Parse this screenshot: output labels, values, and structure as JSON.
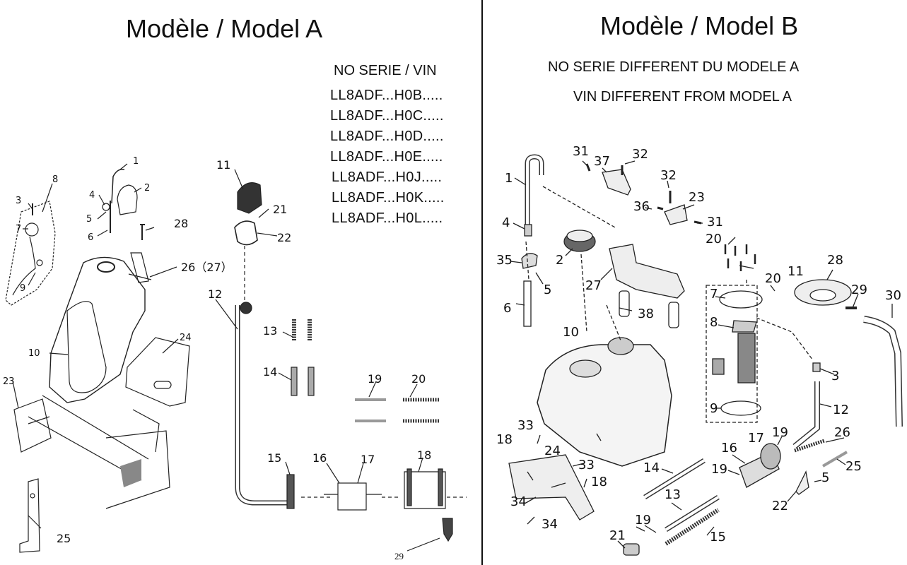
{
  "model_a": {
    "title": "Modèle / Model A",
    "vin_header": "NO SERIE / VIN",
    "vins": [
      "LL8ADF...H0B.....",
      "LL8ADF...H0C.....",
      "LL8ADF...H0D.....",
      "LL8ADF...H0E.....",
      "LL8ADF...H0J.....",
      "LL8ADF...H0K.....",
      "LL8ADF...H0L....."
    ],
    "labels": {
      "l1": "1",
      "l2": "2",
      "l3": "3",
      "l4": "4",
      "l5": "5",
      "l6": "6",
      "l7": "7",
      "l8": "8",
      "l9": "9",
      "l10": "10",
      "l11": "11",
      "l12": "12",
      "l13": "13",
      "l14": "14",
      "l15": "15",
      "l16": "16",
      "l17": "17",
      "l18": "18",
      "l19": "19",
      "l20": "20",
      "l21": "21",
      "l22": "22",
      "l23": "23",
      "l24": "24",
      "l25": "25",
      "l26": "26（27）",
      "l28": "28",
      "l29": "29"
    }
  },
  "model_b": {
    "title": "Modèle / Model B",
    "note_fr": "NO SERIE DIFFERENT DU MODELE A",
    "note_en": "VIN DIFFERENT FROM MODEL A",
    "labels": {
      "l1": "1",
      "l2": "2",
      "l3": "3",
      "l4": "4",
      "l5a": "5",
      "l5b": "5",
      "l6": "6",
      "l7": "7",
      "l8": "8",
      "l9": "9",
      "l10": "10",
      "l11": "11",
      "l12": "12",
      "l13": "13",
      "l14": "14",
      "l15": "15",
      "l16": "16",
      "l17": "17",
      "l18a": "18",
      "l18b": "18",
      "l19a": "19",
      "l19b": "19",
      "l19c": "19",
      "l20a": "20",
      "l20b": "20",
      "l21": "21",
      "l22": "22",
      "l23": "23",
      "l24": "24",
      "l25": "25",
      "l26": "26",
      "l27": "27",
      "l28": "28",
      "l29": "29",
      "l30": "30",
      "l31a": "31",
      "l31b": "31",
      "l32a": "32",
      "l32b": "32",
      "l33a": "33",
      "l33b": "33",
      "l34a": "34",
      "l34b": "34",
      "l35": "35",
      "l36": "36",
      "l37": "37",
      "l38": "38"
    }
  }
}
